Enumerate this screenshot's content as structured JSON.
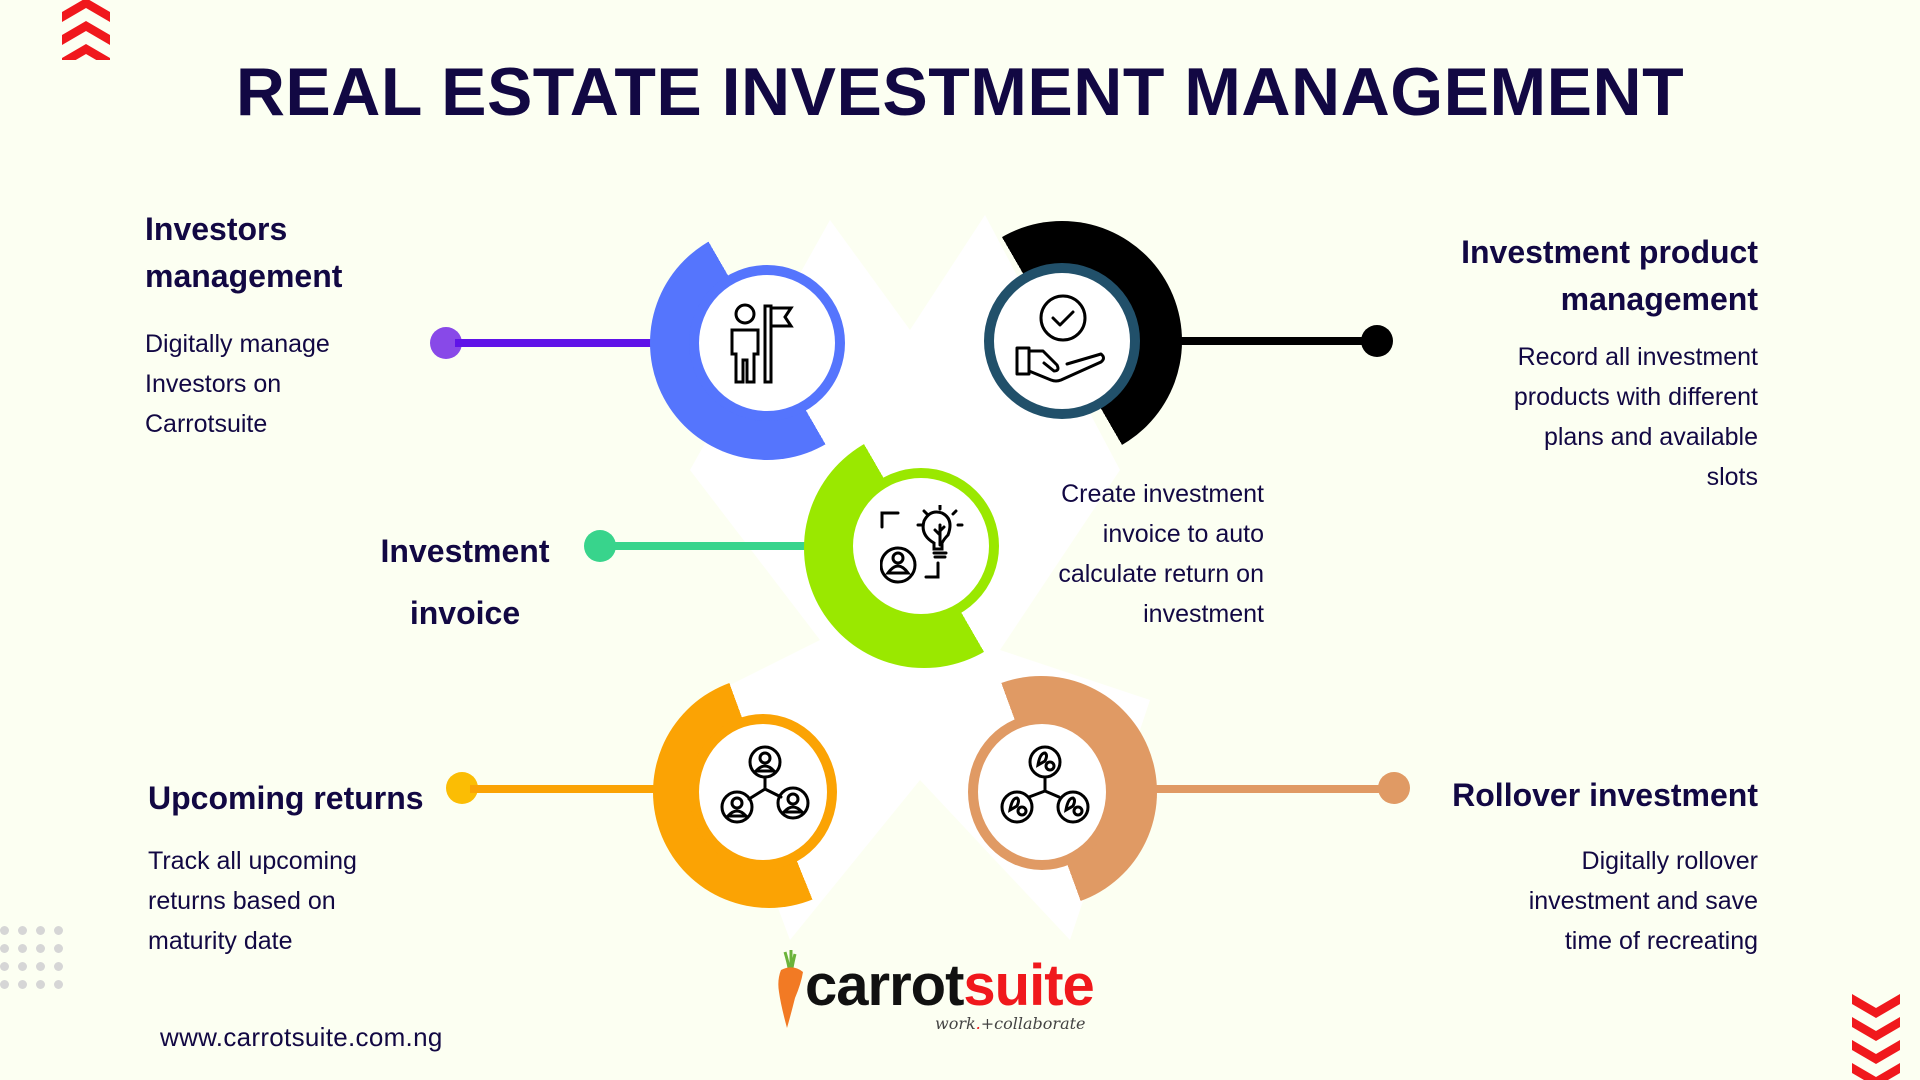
{
  "title": "REAL ESTATE INVESTMENT MANAGEMENT",
  "colors": {
    "background": "#fcfff2",
    "text": "#120843",
    "accent_red": "#f0181c"
  },
  "features": [
    {
      "id": "investors-management",
      "heading_lines": [
        "Investors",
        "management"
      ],
      "description_lines": [
        "Digitally manage",
        "Investors on",
        "Carrotsuite"
      ],
      "icon": "person-with-flag-icon",
      "ring_color": "#5575fd",
      "line_color": "#5f13e8",
      "dot_color": "#8849e8"
    },
    {
      "id": "investment-product-management",
      "heading_lines": [
        "Investment product",
        "management"
      ],
      "description_lines": [
        "Record all investment",
        "products with different",
        "plans and available",
        "slots"
      ],
      "icon": "hand-with-checkmark-icon",
      "ring_color": "#000000",
      "inner_ring_color": "#21506a",
      "line_color": "#000000",
      "dot_color": "#000000"
    },
    {
      "id": "investment-invoice",
      "heading_lines": [
        "Investment",
        "invoice"
      ],
      "description_lines": [
        "Create investment",
        "invoice to auto",
        "calculate return on",
        "investment"
      ],
      "icon": "person-with-lightbulb-icon",
      "ring_color": "#9ae800",
      "line_color": "#38d48c",
      "dot_color": "#38d48c"
    },
    {
      "id": "upcoming-returns",
      "heading_lines": [
        "Upcoming returns"
      ],
      "description_lines": [
        "Track all upcoming",
        "returns based on",
        "maturity date"
      ],
      "icon": "connected-users-icon",
      "ring_color": "#fba304",
      "line_color": "#fba304",
      "dot_color": "#fbbd04"
    },
    {
      "id": "rollover-investment",
      "heading_lines": [
        "Rollover investment"
      ],
      "description_lines": [
        "Digitally rollover",
        "investment and save",
        "time of recreating"
      ],
      "icon": "connected-groups-icon",
      "ring_color": "#e09a64",
      "line_color": "#e09a64",
      "dot_color": "#e09a64"
    }
  ],
  "logo": {
    "part1": "carrot",
    "part2": "suite",
    "tagline_part1": "work",
    "tagline_dot": ".",
    "tagline_part2": "+collaborate"
  },
  "footer": {
    "website": "www.carrotsuite.com.ng"
  }
}
